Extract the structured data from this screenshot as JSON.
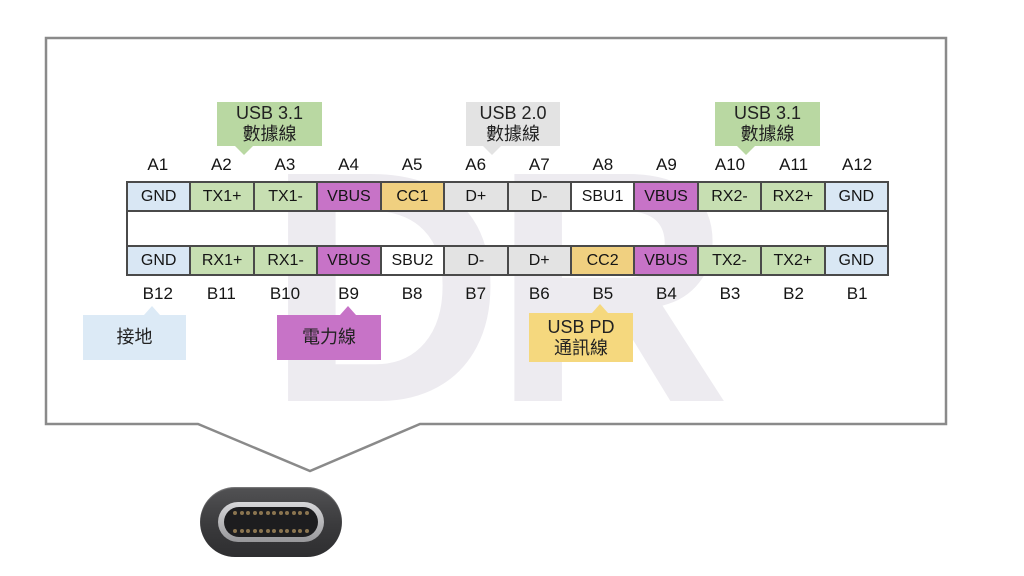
{
  "watermark": {
    "text": "DR"
  },
  "ui": {
    "bubble_border_color": "#8a8a8a",
    "table_border_color": "#4a4a4a"
  },
  "colors": {
    "gnd": "#d9e7f4",
    "data31": "#c7dfb2",
    "vbus": "#c773c7",
    "cc": "#f0d080",
    "usb2": "#e3e3e3",
    "sbu": "#ffffff"
  },
  "legend_top": [
    {
      "id": "usb31-left",
      "line1": "USB 3.1",
      "line2": "數據線",
      "color": "#b9d8a2"
    },
    {
      "id": "usb20",
      "line1": "USB 2.0",
      "line2": "數據線",
      "color": "#e3e3e3"
    },
    {
      "id": "usb31-right",
      "line1": "USB 3.1",
      "line2": "數據線",
      "color": "#b9d8a2"
    }
  ],
  "legend_bottom": [
    {
      "id": "ground",
      "line1": "接地",
      "color": "#dceaf6"
    },
    {
      "id": "power",
      "line1": "電力線",
      "color": "#c773c7"
    },
    {
      "id": "usbpd",
      "line1": "USB PD",
      "line2": "通訊線",
      "color": "#f5d87e"
    }
  ],
  "pinout": {
    "top": [
      {
        "pin": "A1",
        "name": "GND",
        "type": "gnd"
      },
      {
        "pin": "A2",
        "name": "TX1+",
        "type": "data31"
      },
      {
        "pin": "A3",
        "name": "TX1-",
        "type": "data31"
      },
      {
        "pin": "A4",
        "name": "VBUS",
        "type": "vbus"
      },
      {
        "pin": "A5",
        "name": "CC1",
        "type": "cc"
      },
      {
        "pin": "A6",
        "name": "D+",
        "type": "usb2"
      },
      {
        "pin": "A7",
        "name": "D-",
        "type": "usb2"
      },
      {
        "pin": "A8",
        "name": "SBU1",
        "type": "sbu"
      },
      {
        "pin": "A9",
        "name": "VBUS",
        "type": "vbus"
      },
      {
        "pin": "A10",
        "name": "RX2-",
        "type": "data31"
      },
      {
        "pin": "A11",
        "name": "RX2+",
        "type": "data31"
      },
      {
        "pin": "A12",
        "name": "GND",
        "type": "gnd"
      }
    ],
    "bottom": [
      {
        "pin": "B12",
        "name": "GND",
        "type": "gnd"
      },
      {
        "pin": "B11",
        "name": "RX1+",
        "type": "data31"
      },
      {
        "pin": "B10",
        "name": "RX1-",
        "type": "data31"
      },
      {
        "pin": "B9",
        "name": "VBUS",
        "type": "vbus"
      },
      {
        "pin": "B8",
        "name": "SBU2",
        "type": "sbu"
      },
      {
        "pin": "B7",
        "name": "D-",
        "type": "usb2"
      },
      {
        "pin": "B6",
        "name": "D+",
        "type": "usb2"
      },
      {
        "pin": "B5",
        "name": "CC2",
        "type": "cc"
      },
      {
        "pin": "B4",
        "name": "VBUS",
        "type": "vbus"
      },
      {
        "pin": "B3",
        "name": "TX2-",
        "type": "data31"
      },
      {
        "pin": "B2",
        "name": "TX2+",
        "type": "data31"
      },
      {
        "pin": "B1",
        "name": "GND",
        "type": "gnd"
      }
    ]
  },
  "connector": {
    "pin_dots_per_row": 12
  }
}
